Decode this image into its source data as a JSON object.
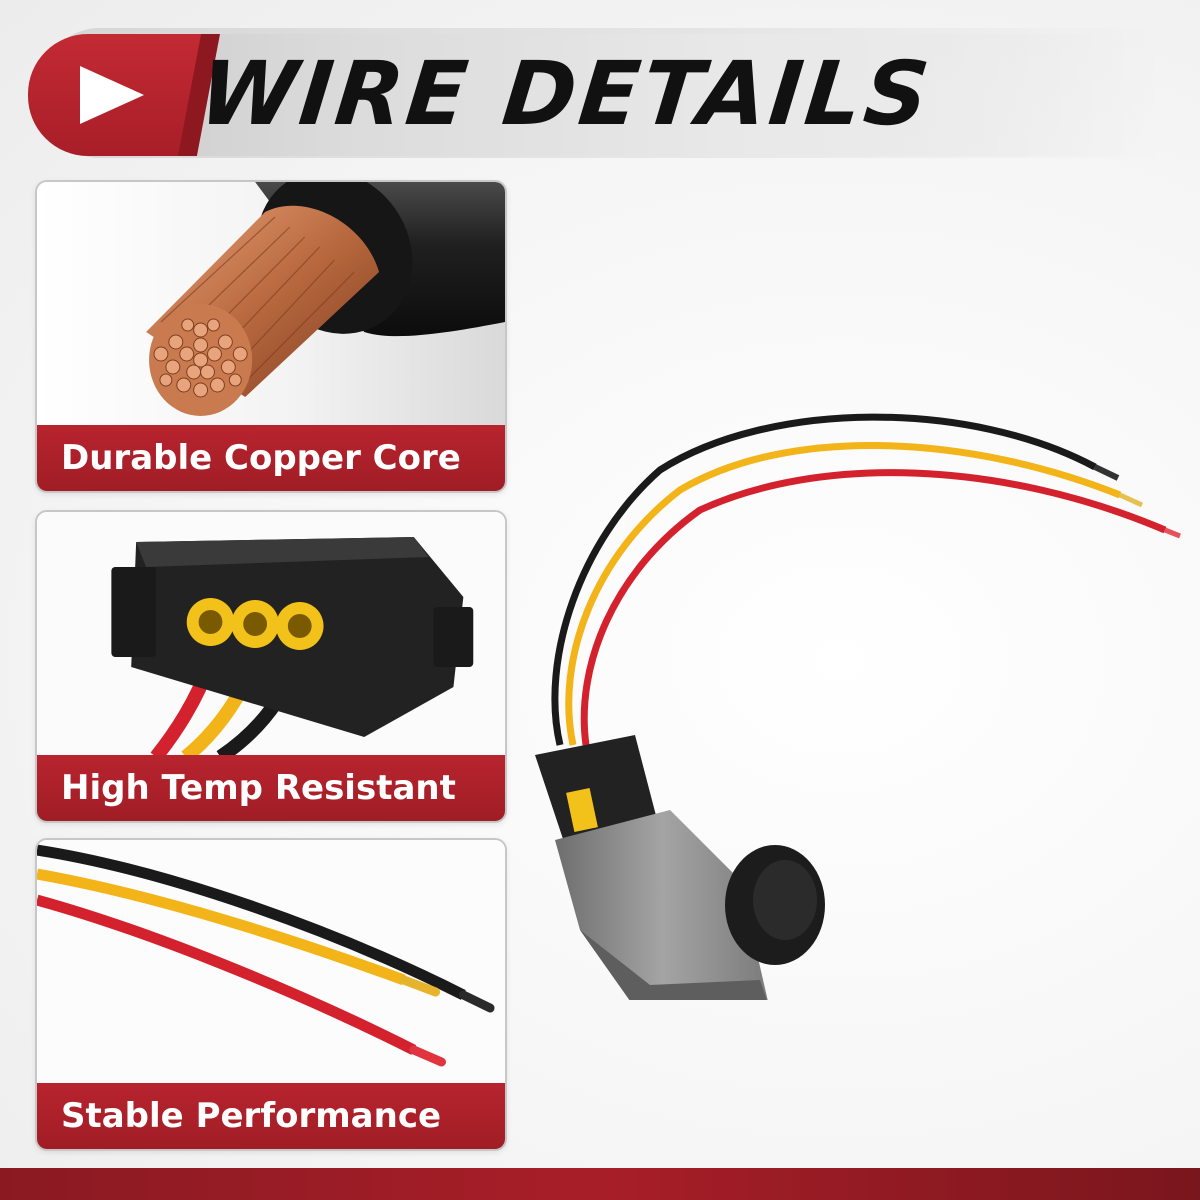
{
  "header": {
    "title": "WIRE DETAILS",
    "accent_color": "#b8242e"
  },
  "features": [
    {
      "label": "Durable Copper Core",
      "icon": "copper-core-image"
    },
    {
      "label": "High Temp Resistant",
      "icon": "connector-image"
    },
    {
      "label": "Stable Performance",
      "icon": "wire-ends-image"
    }
  ],
  "wire_colors": {
    "black": "#1a1a1a",
    "yellow": "#f2b418",
    "red": "#d3222e"
  }
}
